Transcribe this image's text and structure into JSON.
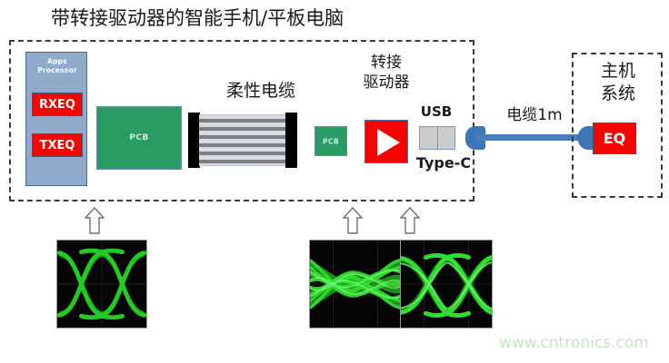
{
  "title": "带转接驱动器的智能手机/平板电脑",
  "device": {
    "apps_processor": {
      "label": "Apps\nProcessor",
      "label_line1": "Apps",
      "label_line2": "Processor",
      "rxeq": "RXEQ",
      "txeq": "TXEQ",
      "fill_color": "#8faaca",
      "eq_color": "#f60400"
    },
    "main_pcb": {
      "label": "PCB",
      "fill_color": "#2a9b63"
    },
    "flex_cable": {
      "label": "柔性电缆",
      "trace_count": 6,
      "connector_color": "#000000"
    },
    "redriver_pcb": {
      "label": "PCB",
      "fill_color": "#2a9b63"
    },
    "redriver": {
      "label": "转接驱动器",
      "label_line1": "转接",
      "label_line2": "驱动器",
      "fill_color": "#f60400"
    },
    "usb": {
      "top_label": "USB",
      "bottom_label": "Type-C",
      "cells": 2
    }
  },
  "cable": {
    "label": "电缆1m",
    "color": "#4a7ebb"
  },
  "host": {
    "label": "主机系统",
    "label_line1": "主机",
    "label_line2": "系统",
    "eq": "EQ",
    "eq_color": "#f60400"
  },
  "eye_diagrams": [
    {
      "name": "eye-at-apps-processor-output",
      "state": "open",
      "trace_color": "#22cc22"
    },
    {
      "name": "eye-at-redriver-input",
      "state": "closed",
      "trace_color": "#22cc22"
    },
    {
      "name": "eye-at-redriver-output",
      "state": "open",
      "trace_color": "#22cc22"
    }
  ],
  "watermark": "www.cntronics.com"
}
